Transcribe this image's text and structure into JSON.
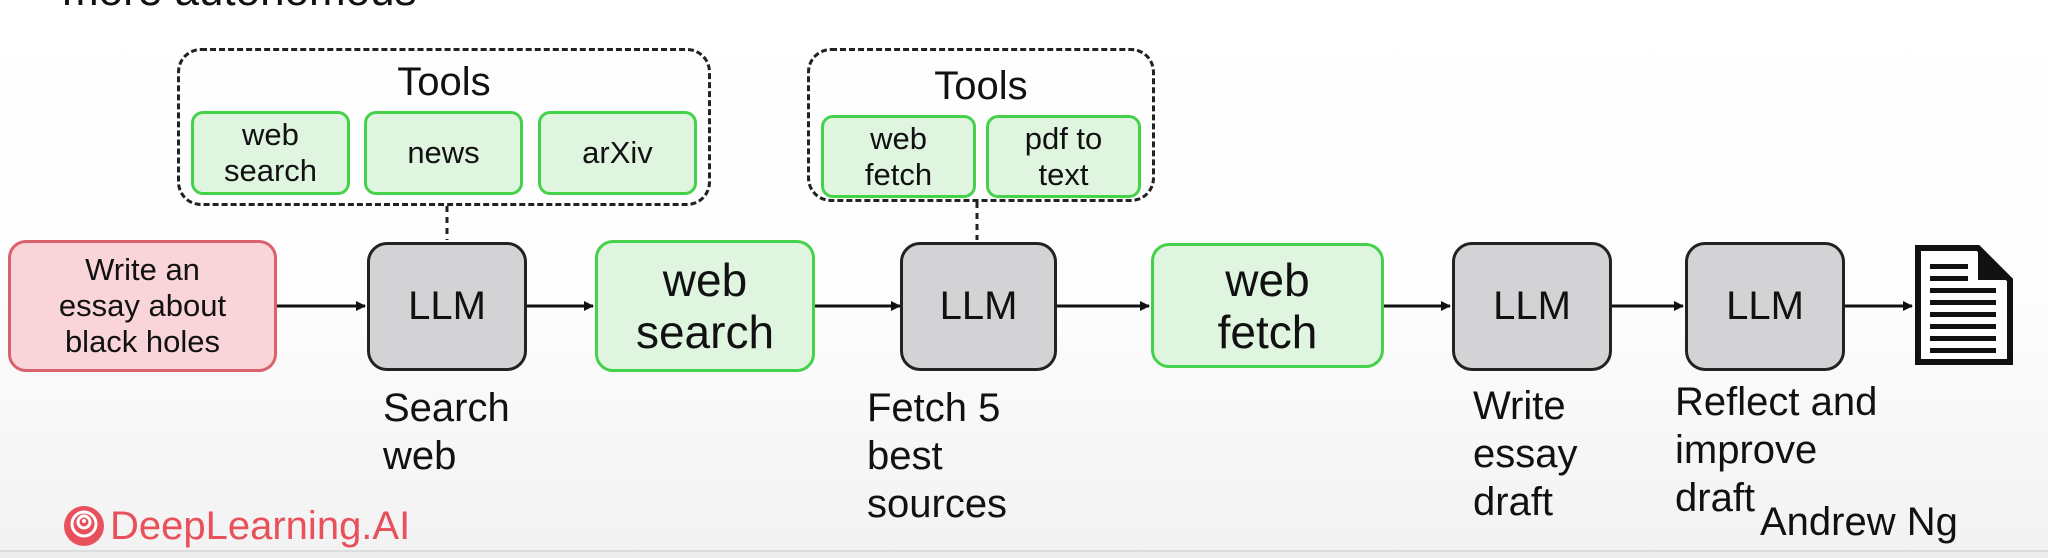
{
  "slide": {
    "heading_fragment": "more autonomous",
    "tools_title": "Tools",
    "toolbox1": [
      "web\nsearch",
      "news",
      "arXiv"
    ],
    "toolbox2": [
      "web\nfetch",
      "pdf to\ntext"
    ],
    "prompt": "Write an\nessay about\nblack holes",
    "llm_label": "LLM",
    "action_search": "web\nsearch",
    "action_fetch": "web\nfetch",
    "captions": {
      "search": "Search\nweb",
      "fetch": "Fetch 5\nbest\nsources",
      "write": "Write\nessay\ndraft",
      "reflect": "Reflect and\nimprove\ndraft"
    },
    "output_icon": "document-icon",
    "logo_text": "DeepLearning.AI",
    "author": "Andrew Ng"
  },
  "colors": {
    "tool_fill": "#dff5e0",
    "tool_border": "#45d24a",
    "llm_fill": "#d3d3d6",
    "prompt_fill": "#f9d4d8",
    "prompt_border": "#d9626e",
    "logo": "#e8505b"
  }
}
